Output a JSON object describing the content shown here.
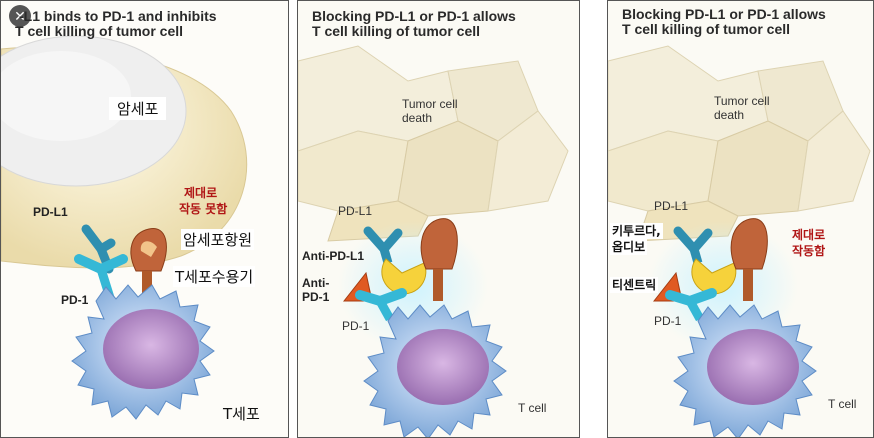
{
  "panel1": {
    "title_line1": "-L1 binds to PD-1 and inhibits",
    "title_line2": "T cell killing of tumor cell",
    "close_label": "✕",
    "pd_l1": "PD-L1",
    "pd_1": "PD-1",
    "tumor_cell_ko": "암세포",
    "not_working_line1": "제대로",
    "not_working_line2": "작동 못함",
    "tumor_antigen_ko": "암세포항원",
    "t_cell_receptor_ko": "T세포수용기",
    "t_cell_ko": "T세포"
  },
  "panel2": {
    "title_line1": "Blocking PD-L1 or PD-1 allows",
    "title_line2": "T cell killing of tumor cell",
    "death_line1": "Tumor cell",
    "death_line2": "death",
    "pd_l1": "PD-L1",
    "anti_pd_l1": "Anti-PD-L1",
    "anti_pd_1_line1": "Anti-",
    "anti_pd_1_line2": "PD-1",
    "pd_1": "PD-1",
    "t_cell": "T cell"
  },
  "panel3": {
    "title_line1": "Blocking PD-L1 or PD-1 allows",
    "title_line2": "T cell killing of tumor cell",
    "death_line1": "Tumor cell",
    "death_line2": "death",
    "pd_l1": "PD-L1",
    "drug1_line1": "키투르다,",
    "drug1_line2": "옵디보",
    "drug2": "티센트릭",
    "working_line1": "제대로",
    "working_line2": "작동함",
    "pd_1": "PD-1",
    "t_cell": "T cell"
  },
  "colors": {
    "tumor_fill": "#f5edcb",
    "nucleus": "#ededed",
    "t_cell_blue": "#8fb5e0",
    "t_cell_nucleus": "#b88fc6",
    "pd1_cyan": "#35b8d6",
    "antibody_yellow": "#f6d23b",
    "antibody_red": "#e05a22",
    "receptor_brown": "#b05a2a",
    "korean_red": "#b01515"
  }
}
